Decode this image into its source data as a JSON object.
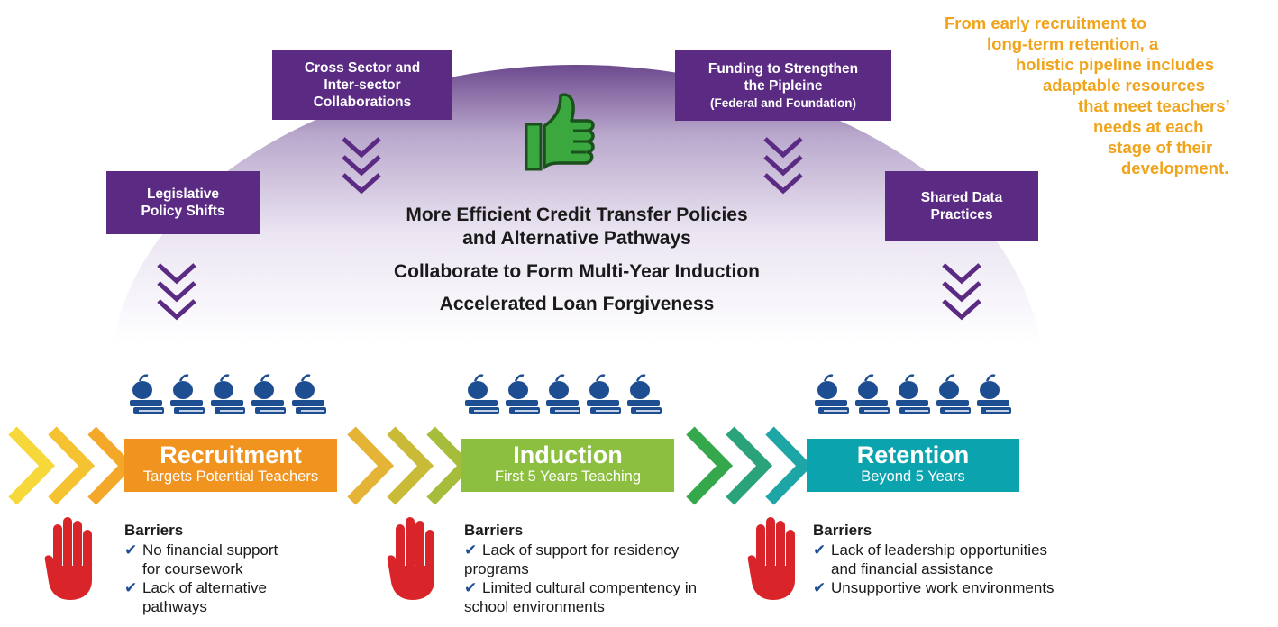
{
  "quote_lines": [
    "From early recruitment to",
    "long-term retention, a",
    "holistic pipeline includes",
    "adaptable resources",
    "that meet teachers’",
    "needs at each",
    "stage of their",
    "development."
  ],
  "policy_boxes": {
    "legislative": [
      "Legislative",
      "Policy Shifts"
    ],
    "cross_sector": [
      "Cross Sector and",
      "Inter-sector",
      "Collaborations"
    ],
    "funding": [
      "Funding to Strengthen",
      "the Pipleine"
    ],
    "funding_sub": "(Federal and Foundation)",
    "shared_data": [
      "Shared Data",
      "Practices"
    ]
  },
  "center_text": {
    "line1": "More Efficient Credit Transfer Policies",
    "line2": "and Alternative Pathways",
    "line3": "Collaborate to Form Multi-Year Induction",
    "line4": "Accelerated Loan Forgiveness"
  },
  "stages": [
    {
      "title": "Recruitment",
      "subtitle": "Targets Potential Teachers",
      "color": "#f0931f"
    },
    {
      "title": "Induction",
      "subtitle": "First 5 Years Teaching",
      "color": "#8cbf3f"
    },
    {
      "title": "Retention",
      "subtitle": "Beyond 5 Years",
      "color": "#0ba3ad"
    }
  ],
  "barriers": {
    "heading": "Barriers",
    "recruitment": [
      "No financial support",
      "for coursework",
      "Lack of alternative",
      "pathways"
    ],
    "induction": [
      "Lack of support for residency",
      "programs",
      "Limited cultural compentency in",
      "school environments"
    ],
    "retention": [
      "Lack of leadership opportunities",
      "and financial assistance",
      "Unsupportive work environments"
    ]
  },
  "checkmark": "✔",
  "icons": {
    "approval": "thumbs-up-icon",
    "books": "apple-on-books-icon",
    "stop": "stop-hand-icon",
    "arrows": "double-chevron-down-icon"
  },
  "colors": {
    "purple": "#5b2b83",
    "orange_text": "#f0a41c",
    "check_blue": "#1f4e96",
    "icon_blue": "#1e4e92",
    "hand_red": "#d9252a",
    "thumb_green": "#3aa83f"
  }
}
